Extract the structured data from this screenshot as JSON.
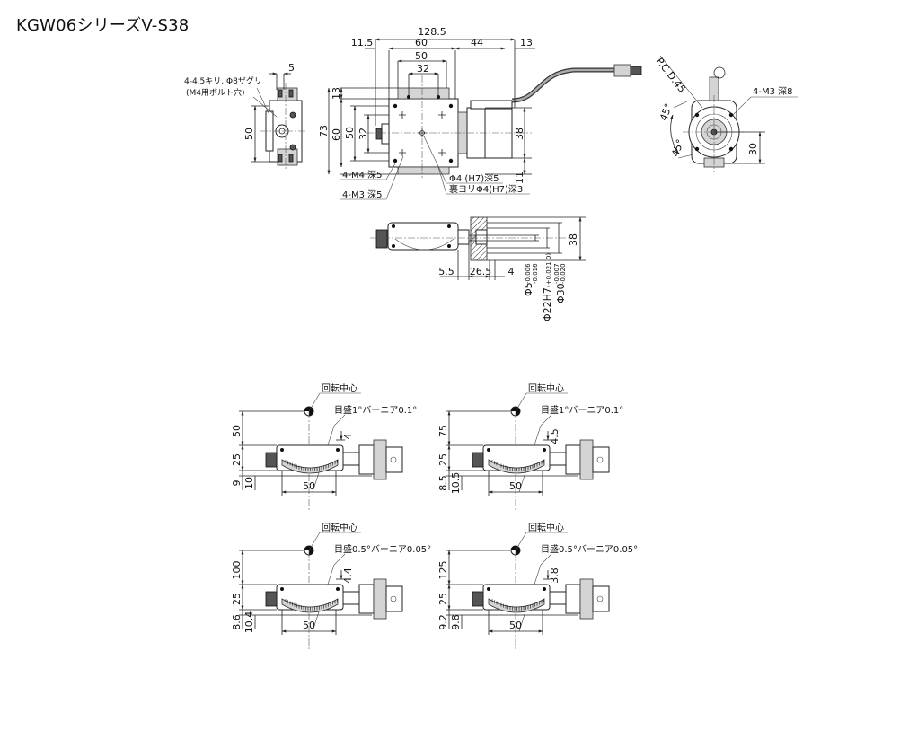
{
  "title": "KGW06シリーズV-S38",
  "top_view": {
    "overall": "128.5",
    "left_offset": "11.5",
    "width_60": "60",
    "width_50": "50",
    "width_32": "32",
    "width_44": "44",
    "right_13": "13",
    "height_73": "73",
    "height_60": "60",
    "height_50": "50",
    "height_32": "32",
    "top_13": "13",
    "motor_38": "38",
    "bottom_11": "11",
    "hole_m4": "4-M4 深5",
    "hole_m3": "4-M3 深5",
    "pin_hole": "Φ4 (H7)深5",
    "back_pin_hole": "裏ヨリΦ4(H7)深3"
  },
  "left_view": {
    "counterbore": "4-4.5キリ, Φ8ザグリ",
    "bolt_note": "(M4用ボルト穴)",
    "dim_5": "5",
    "dim_50": "50"
  },
  "right_view": {
    "pcd": "P.C.D.45",
    "tap": "4-M3 深8",
    "angle_a": "45°",
    "angle_b": "45°",
    "dim_30": "30"
  },
  "side_view": {
    "dim_38": "38",
    "d_5_5": "5.5",
    "d_26_5": "26.5",
    "d_4": "4",
    "phi5": "Φ5",
    "phi5_tol_upper": "-0.006",
    "phi5_tol_lower": "-0.016",
    "phi22": "Φ22H7",
    "phi22_tol": "(+0.021 0)",
    "phi30": "Φ30",
    "phi30_tol_upper": "-0.007",
    "phi30_tol_lower": "-0.020"
  },
  "variants": [
    {
      "center_label": "回転中心",
      "scale_label": "目盛1°バーニア0.1°",
      "radius": "50",
      "gap": "4",
      "height": "25",
      "base_a": "9",
      "base_b": "10",
      "width": "50"
    },
    {
      "center_label": "回転中心",
      "scale_label": "目盛1°バーニア0.1°",
      "radius": "75",
      "gap": "4.5",
      "height": "25",
      "base_a": "8.5",
      "base_b": "10.5",
      "width": "50"
    },
    {
      "center_label": "回転中心",
      "scale_label": "目盛0.5°バーニア0.05°",
      "radius": "100",
      "gap": "4.4",
      "height": "25",
      "base_a": "8.6",
      "base_b": "10.4",
      "width": "50"
    },
    {
      "center_label": "回転中心",
      "scale_label": "目盛0.5°バーニア0.05°",
      "radius": "125",
      "gap": "3.8",
      "height": "25",
      "base_a": "9.2",
      "base_b": "9.8",
      "width": "50"
    }
  ]
}
